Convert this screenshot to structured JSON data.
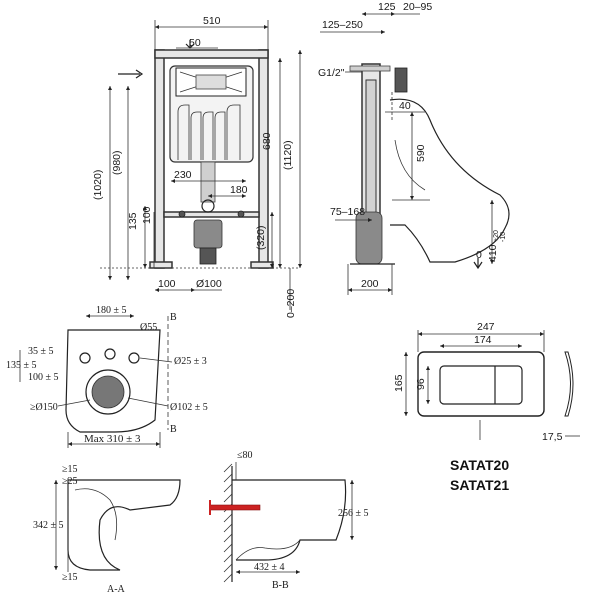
{
  "frame_front": {
    "width": "510",
    "top_offset": "50",
    "h_680": "680",
    "h_1120": "(1120)",
    "h_1020": "(1020)",
    "h_980": "(980)",
    "h_320": "(320)",
    "w_230": "230",
    "w_180": "180",
    "h_135": "135",
    "h_100": "100",
    "w_100": "100",
    "d_100": "Ø100",
    "adj": "0–200"
  },
  "frame_side": {
    "d_125_250": "125–250",
    "d_125": "125",
    "d_20_95": "20–95",
    "pipe": "G1/2\"",
    "d_40": "40",
    "d_590": "590",
    "d_75_168": "75–168",
    "d_200": "200",
    "d_410": "410",
    "d_410_tol": "+20\n-10",
    "zero": "0"
  },
  "bowl_top": {
    "d_180": "180 ± 5",
    "d_55": "Ø55",
    "d_25": "Ø25 ± 3",
    "d_35": "35 ± 5",
    "d_135": "135 ± 5",
    "d_100": "100 ± 5",
    "d_150": "≥Ø150",
    "d_102": "Ø102 ± 5",
    "max": "Max 310 ± 3",
    "b_label": "B"
  },
  "flush_plate": {
    "w_247": "247",
    "w_174": "174",
    "h_165": "165",
    "h_96": "96",
    "depth": "17,5",
    "model_1": "SATAT20",
    "model_2": "SATAT21"
  },
  "section_aa": {
    "d_15_top": "≥15",
    "d_25": "≥25",
    "d_342": "342 ± 5",
    "d_15_bot": "≥15",
    "label": "A-A"
  },
  "section_bb": {
    "d_80": "≤80",
    "d_256": "256 ± 5",
    "d_432": "432 ± 4",
    "label": "B-B"
  },
  "colors": {
    "ink": "#1a1a1a",
    "frame_fill": "#e6e6e6",
    "gray": "#8a8a8a",
    "fixing": "#cc2222"
  }
}
